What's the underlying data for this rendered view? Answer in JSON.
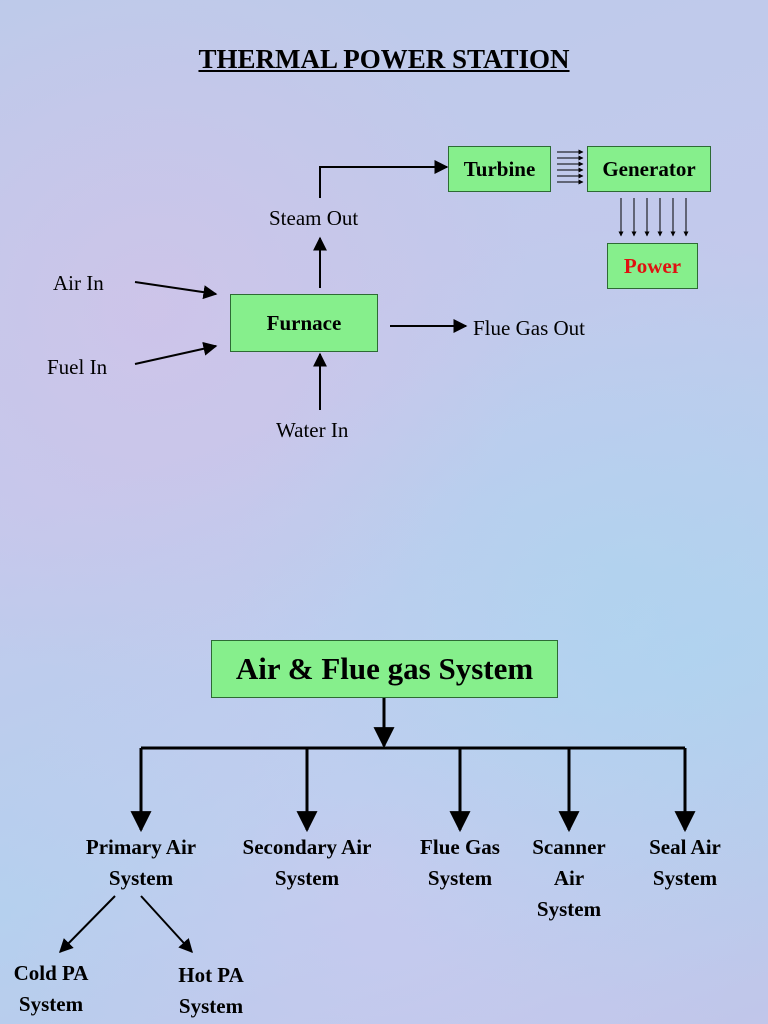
{
  "title": "THERMAL POWER STATION",
  "process": {
    "furnace": "Furnace",
    "turbine": "Turbine",
    "generator": "Generator",
    "power": "Power",
    "steam_out": "Steam Out",
    "air_in": "Air In",
    "fuel_in": "Fuel In",
    "water_in": "Water In",
    "flue_gas_out": "Flue Gas Out"
  },
  "hierarchy": {
    "root": "Air & Flue gas System",
    "children": [
      "Primary Air\nSystem",
      "Secondary Air\nSystem",
      "Flue Gas\nSystem",
      "Scanner\nAir\nSystem",
      "Seal Air\nSystem"
    ],
    "primary_air_children": [
      "Cold PA\nSystem",
      "Hot PA\nSystem"
    ]
  },
  "colors": {
    "box_fill": "#86ef8c",
    "power_text": "#e01010"
  }
}
